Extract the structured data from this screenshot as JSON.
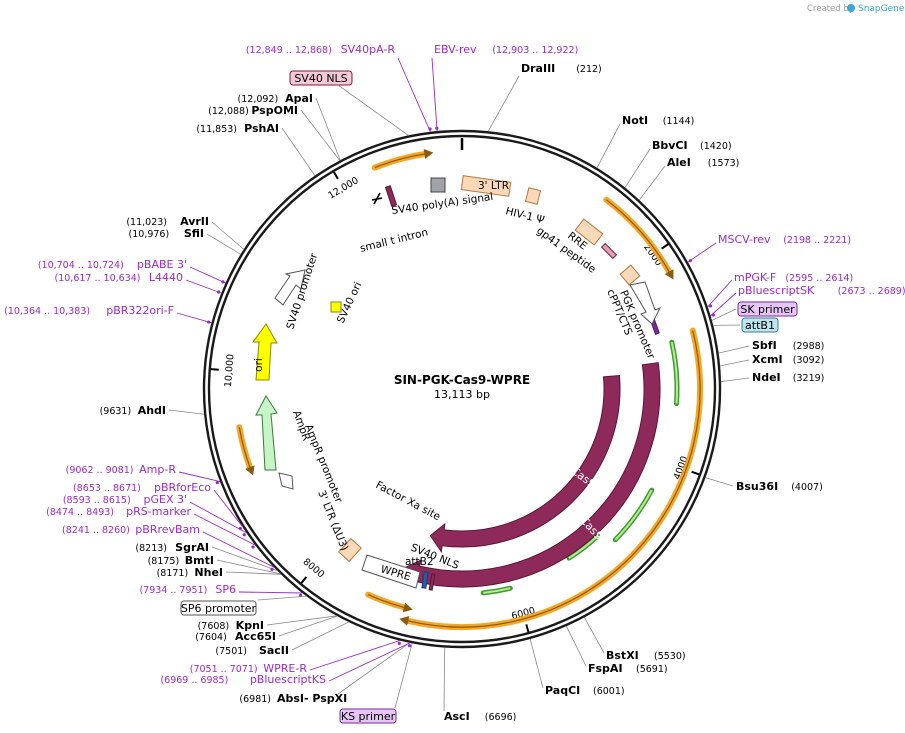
{
  "watermark": {
    "prefix": "Created by",
    "brand": "SnapGene"
  },
  "plasmid": {
    "name": "SIN-PGK-Cas9-WPRE",
    "size_label": "13,113 bp",
    "length": 13113
  },
  "ticks": [
    {
      "pos": 2000,
      "label": "2000"
    },
    {
      "pos": 4000,
      "label": "4000"
    },
    {
      "pos": 6000,
      "label": "6000"
    },
    {
      "pos": 8000,
      "label": "8000"
    },
    {
      "pos": 10000,
      "label": "10,000"
    },
    {
      "pos": 12000,
      "label": "12,000"
    }
  ],
  "enzymes": [
    {
      "name": "DraIII",
      "coord": "(212)",
      "bp": 212
    },
    {
      "name": "NotI",
      "coord": "(1144)",
      "bp": 1144
    },
    {
      "name": "BbvCI",
      "coord": "(1420)",
      "bp": 1420
    },
    {
      "name": "AleI",
      "coord": "(1573)",
      "bp": 1573
    },
    {
      "name": "SbfI",
      "coord": "(2988)",
      "bp": 2988
    },
    {
      "name": "XcmI",
      "coord": "(3092)",
      "bp": 3092
    },
    {
      "name": "NdeI",
      "coord": "(3219)",
      "bp": 3219
    },
    {
      "name": "Bsu36I",
      "coord": "(4007)",
      "bp": 4007
    },
    {
      "name": "BstXI",
      "coord": "(5530)",
      "bp": 5530
    },
    {
      "name": "FspAI",
      "coord": "(5691)",
      "bp": 5691
    },
    {
      "name": "PaqCI",
      "coord": "(6001)",
      "bp": 6001
    },
    {
      "name": "AscI",
      "coord": "(6696)",
      "bp": 6696
    },
    {
      "name": "PspXI",
      "coord": "",
      "bp": 6981,
      "prefix": "- "
    },
    {
      "name": "AbsI",
      "coord": "(6981)",
      "bp": 6981
    },
    {
      "name": "SacII",
      "coord": "(7501)",
      "bp": 7501
    },
    {
      "name": "Acc65I",
      "coord": "(7604)",
      "bp": 7604
    },
    {
      "name": "KpnI",
      "coord": "(7608)",
      "bp": 7608
    },
    {
      "name": "NheI",
      "coord": "(8171)",
      "bp": 8171
    },
    {
      "name": "BmtI",
      "coord": "(8175)",
      "bp": 8175
    },
    {
      "name": "SgrAI",
      "coord": "(8213)",
      "bp": 8213
    },
    {
      "name": "AhdI",
      "coord": "(9631)",
      "bp": 9631
    },
    {
      "name": "SfiI",
      "coord": "(10,976)",
      "bp": 10976
    },
    {
      "name": "AvrII",
      "coord": "(11,023)",
      "bp": 11023
    },
    {
      "name": "PshAI",
      "coord": "(11,853)",
      "bp": 11853
    },
    {
      "name": "PspOMI",
      "coord": "(12,088)",
      "bp": 12088
    },
    {
      "name": "ApaI",
      "coord": "(12,092)",
      "bp": 12092
    }
  ],
  "primers": [
    {
      "name": "EBV-rev",
      "coord": "(12,903 .. 12,922)",
      "bp": 12912
    },
    {
      "name": "SV40pA-R",
      "coord": "(12,849 .. 12,868)",
      "bp": 12858
    },
    {
      "name": "MSCV-rev",
      "coord": "(2198 .. 2221)",
      "bp": 2210
    },
    {
      "name": "mPGK-F",
      "coord": "(2595 .. 2614)",
      "bp": 2605
    },
    {
      "name": "pBluescriptSK",
      "coord": "(2673 .. 2689)",
      "bp": 2681
    },
    {
      "name": "pBABE 3'",
      "coord": "(10,704 .. 10,724)",
      "bp": 10714
    },
    {
      "name": "L4440",
      "coord": "(10,617 .. 10,634)",
      "bp": 10626
    },
    {
      "name": "pBR322ori-F",
      "coord": "(10,364 .. 10,383)",
      "bp": 10374
    },
    {
      "name": "Amp-R",
      "coord": "(9062 .. 9081)",
      "bp": 9072
    },
    {
      "name": "pBRforEco",
      "coord": "(8653 .. 8671)",
      "bp": 8662
    },
    {
      "name": "pGEX 3'",
      "coord": "(8593 .. 8615)",
      "bp": 8604
    },
    {
      "name": "pRS-marker",
      "coord": "(8474 .. 8493)",
      "bp": 8484
    },
    {
      "name": "pBRrevBam",
      "coord": "(8241 .. 8260)",
      "bp": 8250
    },
    {
      "name": "SP6",
      "coord": "(7934 .. 7951)",
      "bp": 7942
    },
    {
      "name": "WPRE-R",
      "coord": "(7051 .. 7071)",
      "bp": 7061
    },
    {
      "name": "pBluescriptKS",
      "coord": "(6969 .. 6985)",
      "bp": 6977
    }
  ],
  "boxed_labels": [
    {
      "name": "SV40 NLS",
      "fill": "#f2c9d6",
      "stroke": "#7a1c3c"
    },
    {
      "name": "SK primer",
      "fill": "#e6c6f5",
      "stroke": "#7a2a9a"
    },
    {
      "name": "attB1",
      "fill": "#bfe4ec",
      "stroke": "#3a7f8f"
    },
    {
      "name": "SP6 promoter",
      "fill": "#ffffff",
      "stroke": "#555555"
    },
    {
      "name": "KS primer",
      "fill": "#e6c6f5",
      "stroke": "#7a2a9a"
    }
  ],
  "features": [
    {
      "name": "3' LTR"
    },
    {
      "name": "HIV-1 Ψ"
    },
    {
      "name": "RRE"
    },
    {
      "name": "gp41 peptide"
    },
    {
      "name": "SV40 poly(A) signal"
    },
    {
      "name": "small t intron"
    },
    {
      "name": "PGK promoter"
    },
    {
      "name": "cPPT/CTS"
    },
    {
      "name": "Cas9"
    },
    {
      "name": "Cas9"
    },
    {
      "name": "Factor Xa site"
    },
    {
      "name": "SV40 NLS"
    },
    {
      "name": "attB2"
    },
    {
      "name": "WPRE"
    },
    {
      "name": "3' LTR (ΔU3)"
    },
    {
      "name": "AmpR promoter"
    },
    {
      "name": "AmpR"
    },
    {
      "name": "ori"
    },
    {
      "name": "SV40 ori"
    },
    {
      "name": "SV40 promoter"
    }
  ],
  "colors": {
    "backbone": "#1a1a1a",
    "primer": "#9a2bc4",
    "orf_band": "#f5a623",
    "cas9": "#8e2a5a",
    "ori": "#ffff00",
    "ampr": "#c8f5c8",
    "ltr": "#fbd8b8",
    "green_arrow": "#3aa02a"
  }
}
